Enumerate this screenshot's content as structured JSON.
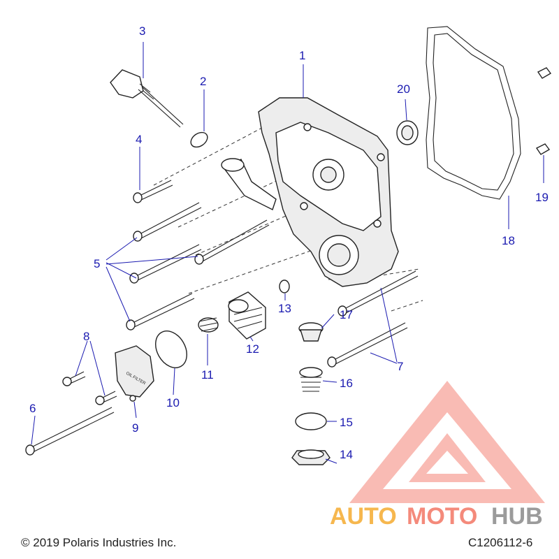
{
  "callouts": [
    "1",
    "2",
    "3",
    "4",
    "5",
    "6",
    "7",
    "8",
    "9",
    "10",
    "11",
    "12",
    "13",
    "14",
    "15",
    "16",
    "17",
    "18",
    "19",
    "20"
  ],
  "footer": {
    "copyright": "© 2019 Polaris Industries Inc.",
    "diagram_code": "C1206112-6"
  },
  "watermark": {
    "text_auto": "AUTO",
    "text_moto": "MOTO",
    "text_hub": "HUB",
    "color_auto": "#f5a623",
    "color_moto": "#f26d5b",
    "color_hub": "#8a8a8a",
    "logo_color": "#f26d5b"
  },
  "part_labels": {
    "oil_filter_cover": "OIL FILTER"
  }
}
